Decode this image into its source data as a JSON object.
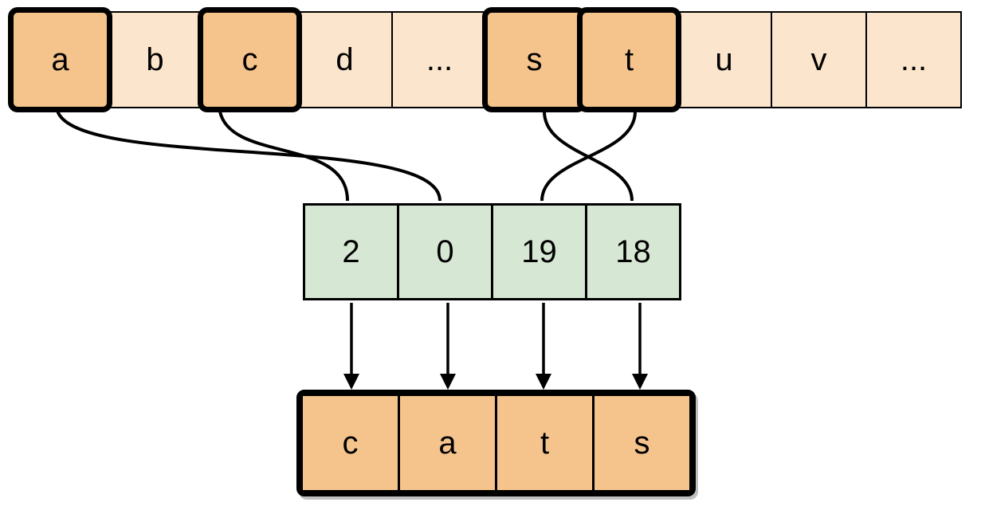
{
  "colors": {
    "light_cell": "#fbe5cd",
    "highlight_cell": "#f5c48c",
    "index_cell": "#d6e8d3",
    "stroke": "#000000"
  },
  "alphabet_row": {
    "cells": [
      {
        "label": "a",
        "highlighted": true
      },
      {
        "label": "b",
        "highlighted": false
      },
      {
        "label": "c",
        "highlighted": true
      },
      {
        "label": "d",
        "highlighted": false
      },
      {
        "label": "...",
        "highlighted": false
      },
      {
        "label": "s",
        "highlighted": true
      },
      {
        "label": "t",
        "highlighted": true
      },
      {
        "label": "u",
        "highlighted": false
      },
      {
        "label": "v",
        "highlighted": false
      },
      {
        "label": "...",
        "highlighted": false
      }
    ]
  },
  "index_row": {
    "cells": [
      {
        "value": "2"
      },
      {
        "value": "0"
      },
      {
        "value": "19"
      },
      {
        "value": "18"
      }
    ]
  },
  "output_row": {
    "cells": [
      {
        "label": "c"
      },
      {
        "label": "a"
      },
      {
        "label": "t"
      },
      {
        "label": "s"
      }
    ]
  },
  "connections": {
    "curves": [
      {
        "from": "a",
        "to": "0"
      },
      {
        "from": "c",
        "to": "2"
      },
      {
        "from": "s",
        "to": "18"
      },
      {
        "from": "t",
        "to": "19"
      }
    ],
    "arrows": [
      {
        "from": "2",
        "to": "c"
      },
      {
        "from": "0",
        "to": "a"
      },
      {
        "from": "19",
        "to": "t"
      },
      {
        "from": "18",
        "to": "s"
      }
    ]
  }
}
